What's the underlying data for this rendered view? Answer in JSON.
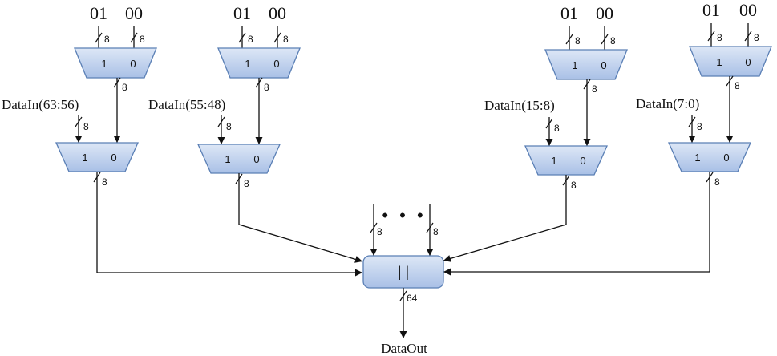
{
  "top_mux_inputs": [
    {
      "left": "01",
      "right": "00"
    },
    {
      "left": "01",
      "right": "00"
    },
    {
      "left": "01",
      "right": "00"
    },
    {
      "left": "01",
      "right": "00"
    }
  ],
  "data_inputs": [
    "DataIn(63:56)",
    "DataIn(55:48)",
    "DataIn(15:8)",
    "DataIn(7:0)"
  ],
  "mux_port_labels": {
    "one": "1",
    "zero": "0"
  },
  "bus_width_8": "8",
  "bus_width_64": "64",
  "ellipsis": "• • •",
  "concat_label": "| |",
  "output_label": "DataOut",
  "colors": {
    "block_fill_top": "#dde7f6",
    "block_fill_bottom": "#a9c0e6",
    "block_stroke": "#5a7fb5"
  }
}
